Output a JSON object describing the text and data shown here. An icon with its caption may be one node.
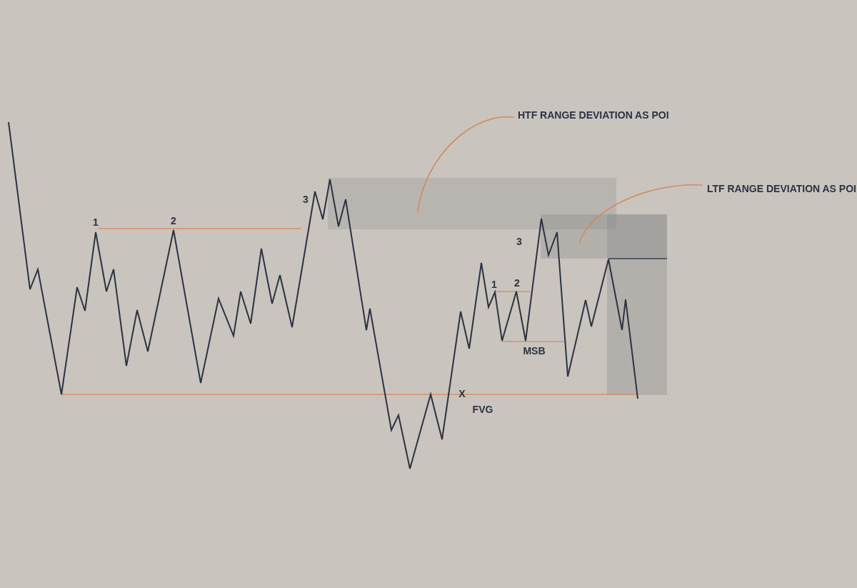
{
  "diagram": {
    "nodes": [
      {
        "text": [
          "HTF RANGE DEVIATION AS POI"
        ]
      },
      {
        "text": [],
        "shape": "box"
      },
      {
        "text": [
          "LTF RANGE DEVIATION AS POI"
        ]
      },
      {
        "text": [],
        "shape": "box"
      },
      {
        "text": [],
        "shape": "box"
      }
    ],
    "edges": [
      {
        "from": 0,
        "to": 1,
        "arrow": "none"
      },
      {
        "from": 2,
        "to": 3,
        "arrow": "none"
      }
    ],
    "labels": [
      "1",
      "2",
      "3",
      "3",
      "1",
      "2",
      "MSB",
      "X",
      "FVG"
    ]
  }
}
